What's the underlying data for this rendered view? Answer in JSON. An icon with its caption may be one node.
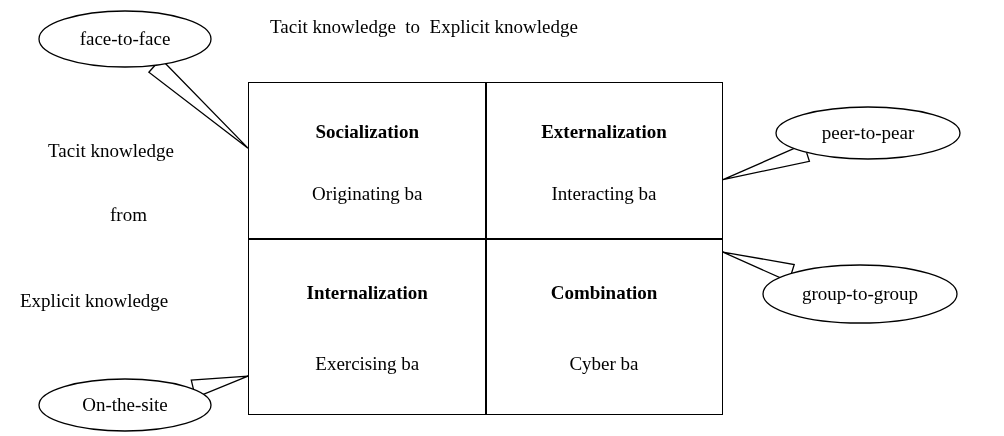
{
  "diagram": {
    "nodes": [
      {
        "text": [
          "face-to-face"
        ]
      },
      {
        "text": [
          "Socialization",
          "Originating ba"
        ]
      },
      {
        "text": [
          "Externalization",
          "Interacting ba"
        ]
      },
      {
        "text": [
          "peer-to-pear"
        ]
      },
      {
        "text": [
          "Internalization",
          "Exercising ba"
        ]
      },
      {
        "text": [
          "Combination",
          "Cyber ba"
        ]
      },
      {
        "text": [
          "group-to-group"
        ]
      },
      {
        "text": [
          "On-the-site"
        ]
      }
    ],
    "edges": [
      {
        "from": 0,
        "to": 1,
        "arrow": "none"
      },
      {
        "from": 3,
        "to": 2,
        "arrow": "none"
      },
      {
        "from": 6,
        "to": 5,
        "arrow": "none"
      },
      {
        "from": 7,
        "to": 4,
        "arrow": "none"
      }
    ],
    "labels": [
      "Tacit knowledge  to  Explicit knowledge",
      "Tacit knowledge",
      "from",
      "Explicit knowledge"
    ]
  }
}
